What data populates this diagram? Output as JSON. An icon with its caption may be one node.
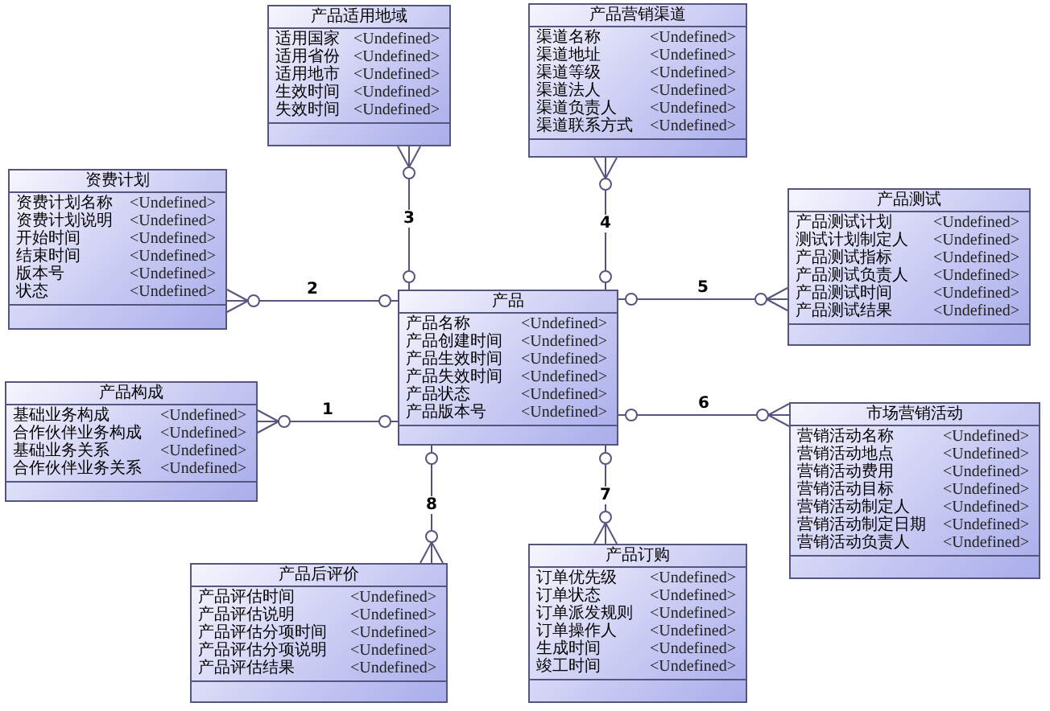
{
  "diagram": {
    "nodes": [
      {
        "text": [
          "产品适用地域",
          "适用国家",
          "<Undefined>",
          "适用省份",
          "<Undefined>",
          "适用地市",
          "<Undefined>",
          "生效时间",
          "<Undefined>",
          "失效时间",
          "<Undefined>"
        ]
      },
      {
        "text": [
          "产品营销渠道",
          "渠道名称",
          "<Undefined>",
          "渠道地址",
          "<Undefined>",
          "渠道等级",
          "<Undefined>",
          "渠道法人",
          "<Undefined>",
          "渠道负责人",
          "<Undefined>",
          "渠道联系方式",
          "<Undefined>"
        ]
      },
      {
        "text": [
          "资费计划",
          "资费计划名称",
          "<Undefined>",
          "资费计划说明",
          "<Undefined>",
          "开始时间",
          "<Undefined>",
          "结束时间",
          "<Undefined>",
          "版本号",
          "<Undefined>",
          "状态",
          "<Undefined>"
        ]
      },
      {
        "text": [
          "产品测试",
          "产品测试计划",
          "<Undefined>",
          "测试计划制定人",
          "<Undefined>",
          "产品测试指标",
          "<Undefined>",
          "产品测试负责人",
          "<Undefined>",
          "产品测试时间",
          "<Undefined>",
          "产品测试结果",
          "<Undefined>"
        ]
      },
      {
        "text": [
          "产品",
          "产品名称",
          "<Undefined>",
          "产品创建时间",
          "<Undefined>",
          "产品生效时间",
          "<Undefined>",
          "产品失效时间",
          "<Undefined>",
          "产品状态",
          "<Undefined>",
          "产品版本号",
          "<Undefined>"
        ]
      },
      {
        "text": [
          "产品构成",
          "基础业务构成",
          "<Undefined>",
          "合作伙伴业务构成",
          "<Undefined>",
          "基础业务关系",
          "<Undefined>",
          "合作伙伴业务关系",
          "<Undefined>"
        ]
      },
      {
        "text": [
          "市场营销活动",
          "营销活动名称",
          "<Undefined>",
          "营销活动地点",
          "<Undefined>",
          "营销活动费用",
          "<Undefined>",
          "营销活动目标",
          "<Undefined>",
          "营销活动制定人",
          "<Undefined>",
          "营销活动制定日期",
          "<Undefined>",
          "营销活动负责人",
          "<Undefined>"
        ]
      },
      {
        "text": [
          "产品后评价",
          "产品评估时间",
          "<Undefined>",
          "产品评估说明",
          "<Undefined>",
          "产品评估分项时间",
          "<Undefined>",
          "产品评估分项说明",
          "<Undefined>",
          "产品评估结果",
          "<Undefined>"
        ]
      },
      {
        "text": [
          "产品订购",
          "订单优先级",
          "<Undefined>",
          "订单状态",
          "<Undefined>",
          "订单派发规则",
          "<Undefined>",
          "订单操作人",
          "<Undefined>",
          "生成时间",
          "<Undefined>",
          "竣工时间",
          "<Undefined>"
        ]
      }
    ],
    "edges": [
      {
        "from": 4,
        "to": 5,
        "arrow": "other",
        "label": "1"
      },
      {
        "from": 4,
        "to": 2,
        "arrow": "other",
        "label": "2"
      },
      {
        "from": 4,
        "to": 0,
        "arrow": "other",
        "label": "3"
      },
      {
        "from": 4,
        "to": 1,
        "arrow": "other",
        "label": "4"
      },
      {
        "from": 4,
        "to": 3,
        "arrow": "other",
        "label": "5"
      },
      {
        "from": 4,
        "to": 6,
        "arrow": "other",
        "label": "6"
      },
      {
        "from": 4,
        "to": 8,
        "arrow": "other",
        "label": "7"
      },
      {
        "from": 4,
        "to": 7,
        "arrow": "other",
        "label": "8"
      }
    ]
  }
}
